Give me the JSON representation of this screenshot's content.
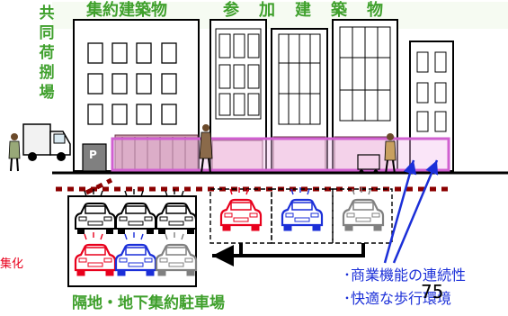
{
  "labels": {
    "shared_loading_area": [
      "共",
      "同",
      "荷",
      "捌",
      "場"
    ],
    "collective_building": "集約建築物",
    "participating_buildings": [
      "参",
      "加",
      "建",
      "築",
      "物"
    ],
    "partial_left_text": "集化",
    "parking_caption": "隔地・地下集約駐車場",
    "benefit_commercial": "･商業機能の連続性",
    "benefit_walking": "･快適な歩行環境",
    "page_number": "75",
    "parking_sign": "P"
  },
  "colors": {
    "label_green": "#3fa02c",
    "accent_red": "#e8001c",
    "accent_blue": "#1b2fd8",
    "street_highlight": "#d060d0",
    "dotted_line": "#8b0000"
  },
  "icons": {
    "cars_black": "car-icon",
    "cars_red": "car-icon",
    "cars_blue": "car-icon",
    "cars_gray": "car-icon",
    "truck": "delivery-truck-icon",
    "people": "pedestrian-icon"
  }
}
